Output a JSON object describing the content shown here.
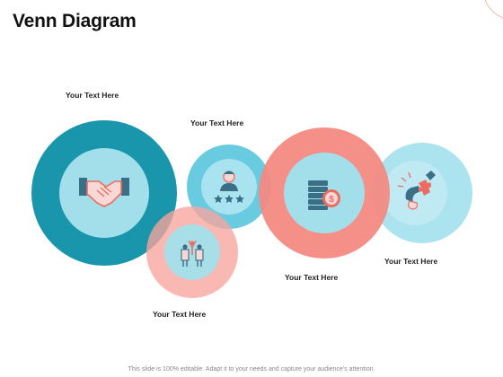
{
  "title": "Venn Diagram",
  "labels": {
    "l1": "Your Text Here",
    "l2": "Your Text Here",
    "l3": "Your Text Here",
    "l4": "Your Text Here",
    "l5": "Your Text Here"
  },
  "footer": "This slide is 100% editable. Adapt it to your needs and capture your audience's attention.",
  "colors": {
    "teal_dark": "#1a96ac",
    "teal_inner": "#9fdde9",
    "cyan": "#5cc7dd",
    "cyan_inner": "#a8e3ef",
    "salmon": "#f38a82",
    "salmon_light": "#f9b1aa",
    "light_blue": "#a6e1ee",
    "icon_dark": "#3a6f86",
    "icon_red": "#ec6c62"
  },
  "icons": [
    "handshake-icon",
    "star-rated-person-icon",
    "team-icon",
    "coins-dollar-icon",
    "puzzle-hand-icon"
  ]
}
